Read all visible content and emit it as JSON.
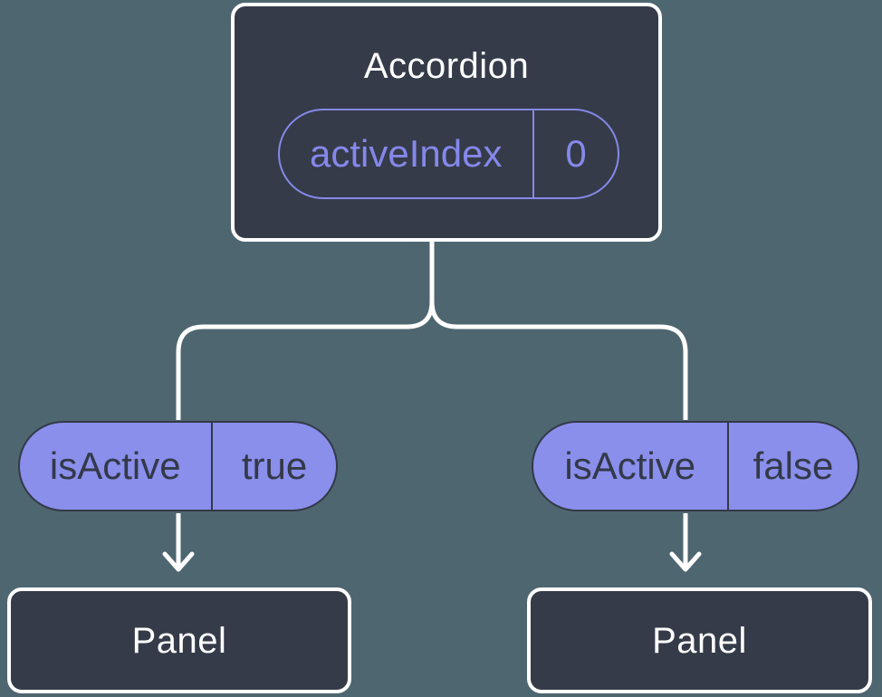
{
  "diagram": {
    "root": {
      "title": "Accordion",
      "prop": {
        "name": "activeIndex",
        "value": "0"
      }
    },
    "children": [
      {
        "prop": {
          "name": "isActive",
          "value": "true"
        },
        "node": {
          "title": "Panel"
        }
      },
      {
        "prop": {
          "name": "isActive",
          "value": "false"
        },
        "node": {
          "title": "Panel"
        }
      }
    ]
  },
  "colors": {
    "background": "#4e6670",
    "node_fill": "#353b48",
    "node_border": "#ffffff",
    "purple_outline": "#8588ea",
    "purple_fill": "#8a8fec",
    "dark_text": "#333947",
    "connector": "#ffffff"
  }
}
